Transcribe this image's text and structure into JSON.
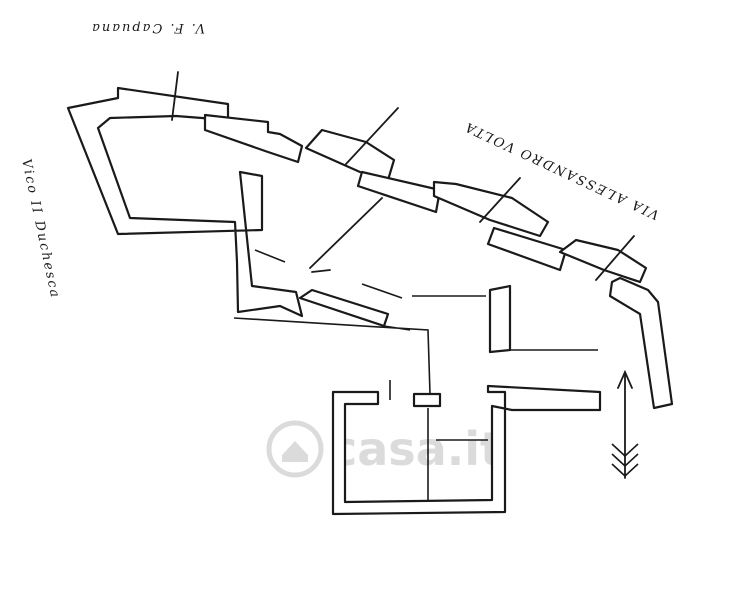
{
  "streets": {
    "top": "V. F. Capuana",
    "right": "VIA ALESSANDRO VOLTA",
    "left": "Vico II Duchesca"
  },
  "watermark": "casa.it",
  "north_arrow_icon": "north-arrow-icon",
  "colors": {
    "ink": "#1a1a1a",
    "paper": "#ffffff",
    "watermark": "#d8d8d8"
  }
}
